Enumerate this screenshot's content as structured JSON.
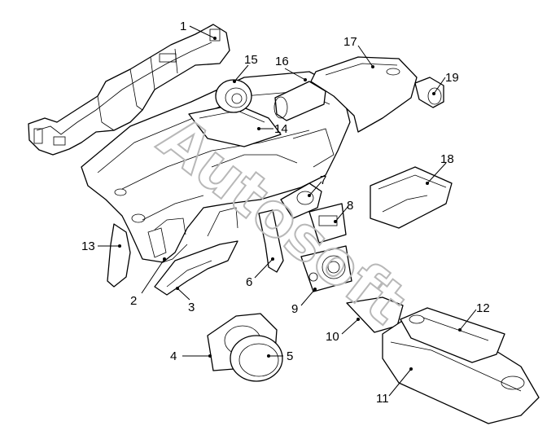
{
  "diagram": {
    "watermark": "Autosoft",
    "callouts": [
      "1",
      "2",
      "3",
      "4",
      "5",
      "6",
      "7",
      "8",
      "9",
      "10",
      "11",
      "12",
      "13",
      "14",
      "15",
      "16",
      "17",
      "18",
      "19"
    ]
  }
}
